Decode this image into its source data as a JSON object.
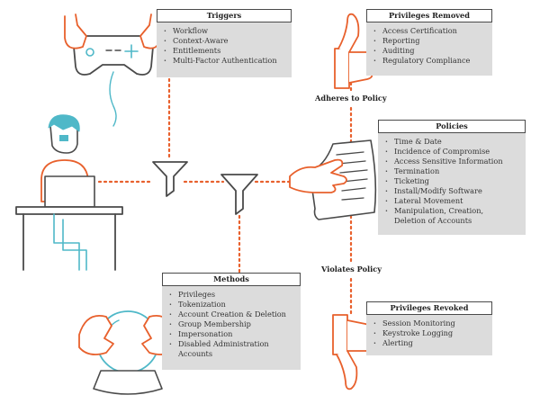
{
  "colors": {
    "accent_orange": "#e8602c",
    "accent_teal": "#4fb8c8",
    "line_dark": "#4a4a4a",
    "box_fill": "#dcdcdc"
  },
  "icons": [
    "gamepad-hands-icon",
    "thumbs-up-icon",
    "person-at-desk-icon",
    "funnel-icon",
    "document-hand-icon",
    "crystal-ball-icon",
    "thumbs-down-icon"
  ],
  "triggers": {
    "title": "Triggers",
    "items": [
      "Workflow",
      "Context-Aware",
      "Entitlements",
      "Multi-Factor Authentication"
    ]
  },
  "privileges_removed": {
    "title": "Privileges Removed",
    "items": [
      "Access Certification",
      "Reporting",
      "Auditing",
      "Regulatory Compliance"
    ]
  },
  "adheres_label": "Adheres to Policy",
  "policies": {
    "title": "Policies",
    "items": [
      "Time & Date",
      "Incidence of Compromise",
      "Access Sensitive Information",
      "Termination",
      "Ticketing",
      "Install/Modify Software",
      "Lateral Movement",
      "Manipulation, Creation, Deletion of Accounts"
    ]
  },
  "violates_label": "Violates Policy",
  "methods": {
    "title": "Methods",
    "items": [
      "Privileges",
      "Tokenization",
      "Account Creation & Deletion",
      "Group Membership",
      "Impersonation",
      "Disabled Administration Accounts"
    ]
  },
  "privileges_revoked": {
    "title": "Privileges Revoked",
    "items": [
      "Session Monitoring",
      "Keystroke Logging",
      "Alerting"
    ]
  }
}
